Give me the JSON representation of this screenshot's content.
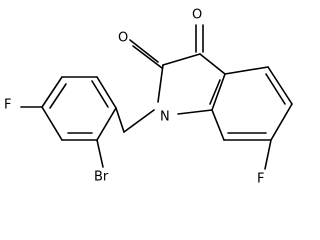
{
  "molecule": {
    "atoms": {
      "O_top": "O",
      "O_left": "O",
      "N": "N",
      "F_right": "F",
      "F_left": "F",
      "Br": "Br"
    }
  }
}
